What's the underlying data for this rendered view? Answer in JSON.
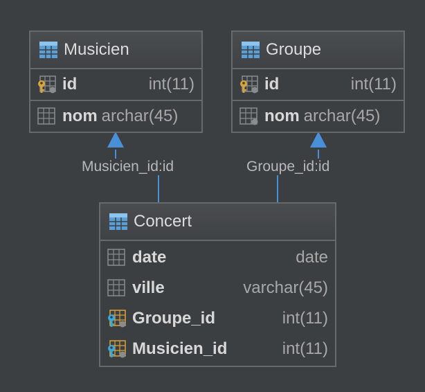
{
  "tables": {
    "musicien": {
      "title": "Musicien",
      "columns": [
        {
          "name": "id",
          "type": "int(11)"
        },
        {
          "name": "nom",
          "type": "archar(45)"
        }
      ]
    },
    "groupe": {
      "title": "Groupe",
      "columns": [
        {
          "name": "id",
          "type": "int(11)"
        },
        {
          "name": "nom",
          "type": "archar(45)"
        }
      ]
    },
    "concert": {
      "title": "Concert",
      "columns": [
        {
          "name": "date",
          "type": "date"
        },
        {
          "name": "ville",
          "type": "varchar(45)"
        },
        {
          "name": "Groupe_id",
          "type": "int(11)"
        },
        {
          "name": "Musicien_id",
          "type": "int(11)"
        }
      ]
    }
  },
  "relations": {
    "musicien_label": "Musicien_id:id",
    "groupe_label": "Groupe_id:id"
  },
  "colors": {
    "background": "#3c3f41",
    "border": "#666a6d",
    "arrow": "#4a90d9",
    "key": "#d9a43a",
    "fk_key": "#3aa7d9"
  },
  "icons": {
    "table": "table-icon",
    "column": "column-icon",
    "primary_key": "primary-key-icon",
    "foreign_key": "foreign-key-icon"
  }
}
